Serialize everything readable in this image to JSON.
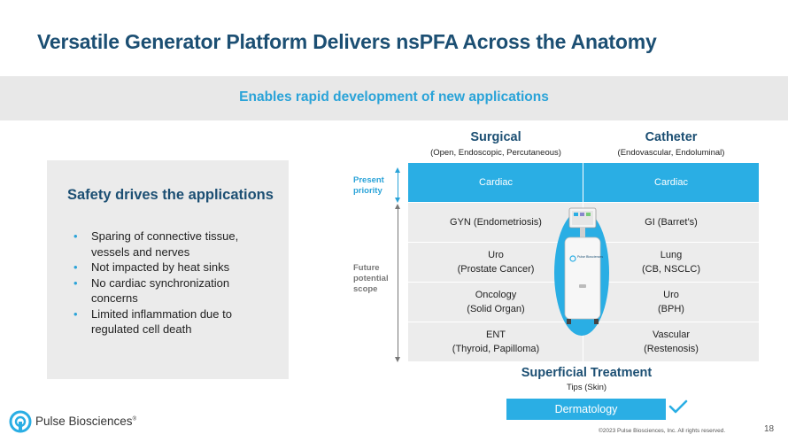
{
  "slide": {
    "title": "Versatile Generator Platform Delivers nsPFA Across the Anatomy",
    "banner": "Enables rapid development of new applications",
    "page_number": "18",
    "copyright": "©2023 Pulse Biosciences, Inc. All rights reserved."
  },
  "safety": {
    "title": "Safety drives the applications",
    "bullets": [
      "Sparing of connective tissue, vessels and nerves",
      "Not impacted by heat sinks",
      "No cardiac synchronization concerns",
      "Limited inflammation due to regulated cell death"
    ]
  },
  "columns": {
    "surgical": {
      "title": "Surgical",
      "subtitle": "(Open, Endoscopic, Percutaneous)"
    },
    "catheter": {
      "title": "Catheter",
      "subtitle": "(Endovascular, Endoluminal)"
    }
  },
  "labels": {
    "present": "Present\npriority",
    "future": "Future\npotential\nscope"
  },
  "rows": [
    {
      "surgical": "Cardiac",
      "catheter": "Cardiac"
    },
    {
      "surgical": "GYN (Endometriosis)",
      "catheter": "GI (Barret’s)"
    },
    {
      "surgical": "Uro\n(Prostate Cancer)",
      "catheter": "Lung\n(CB, NSCLC)"
    },
    {
      "surgical": "Oncology\n(Solid Organ)",
      "catheter": "Uro\n(BPH)"
    },
    {
      "surgical": "ENT\n(Thyroid, Papilloma)",
      "catheter": "Vascular\n(Restenosis)"
    }
  ],
  "superficial": {
    "title": "Superficial Treatment",
    "subtitle": "Tips (Skin)",
    "button": "Dermatology"
  },
  "logo": {
    "text": "Pulse Biosciences",
    "device_brand": "Pulse Biosciences"
  },
  "colors": {
    "navy": "#1c4f73",
    "accent": "#2aaee4",
    "gray_panel": "#ebebeb"
  }
}
